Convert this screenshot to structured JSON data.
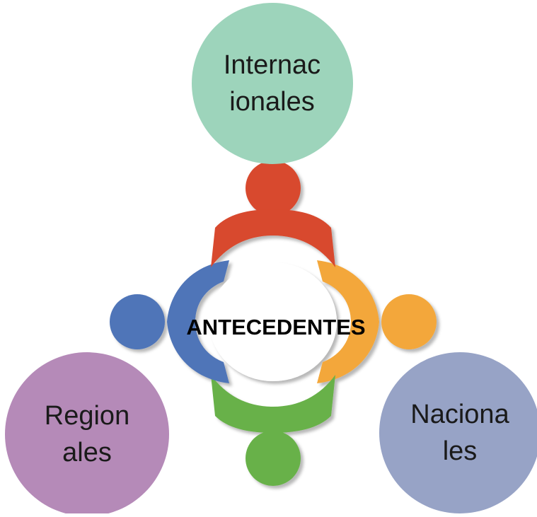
{
  "center": {
    "label": "ANTECEDENTES"
  },
  "nodes": [
    {
      "label": "Internac\nionales",
      "color": "#9dd4bb"
    },
    {
      "label": "Region\nales",
      "color": "#b58ab8"
    },
    {
      "label": "Naciona\nles",
      "color": "#97a3c6"
    }
  ],
  "figures": [
    {
      "position": "top",
      "color": "#d8492d",
      "icon": "person-icon"
    },
    {
      "position": "left",
      "color": "#4f74b8",
      "icon": "person-icon"
    },
    {
      "position": "right",
      "color": "#f3a73a",
      "icon": "person-icon"
    },
    {
      "position": "bottom",
      "color": "#68b14a",
      "icon": "person-icon"
    }
  ]
}
